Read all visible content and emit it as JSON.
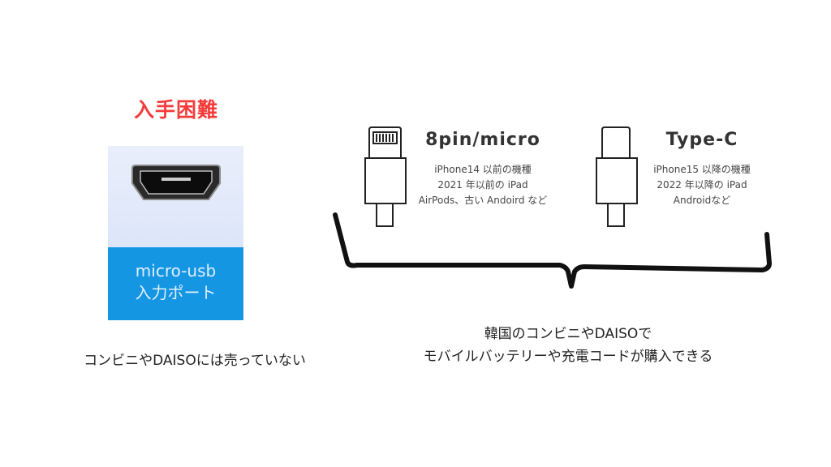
{
  "left": {
    "title": "入手困難",
    "port_label_1": "micro-usb",
    "port_label_2": "入力ポート",
    "caption": "コンビニやDAISOには売っていない"
  },
  "connectors": [
    {
      "name": "8pin/micro",
      "lines": [
        "iPhone14 以前の機種",
        "2021 年以前の iPad",
        "AirPods、古い Andoird など"
      ]
    },
    {
      "name": "Type-C",
      "lines": [
        "iPhone15 以降の機種",
        "2022 年以降の iPad",
        "Androidなど"
      ]
    }
  ],
  "right": {
    "caption_1": "韓国のコンビニやDAISOで",
    "caption_2": "モバイルバッテリーや充電コードが購入できる"
  },
  "colors": {
    "title": "#f53a3a",
    "port_blue": "#1596e3"
  }
}
